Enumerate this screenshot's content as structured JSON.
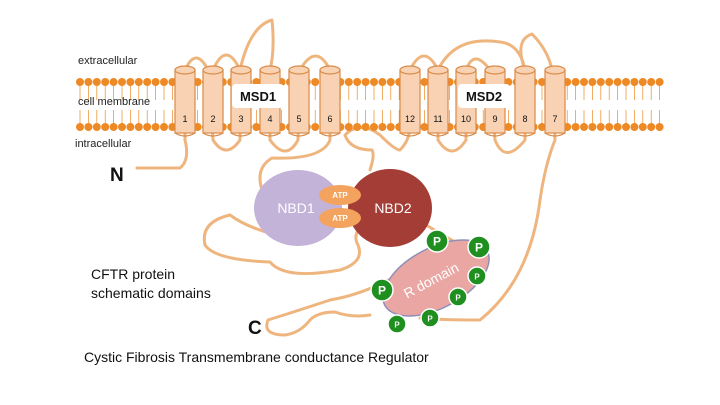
{
  "labels": {
    "extracellular": "extracellular",
    "membrane": "cell membrane",
    "intracellular": "intracellular",
    "n_terminus": "N",
    "c_terminus": "C",
    "description_line1": "CFTR protein",
    "description_line2": "schematic domains",
    "caption": "Cystic Fibrosis Transmembrane conductance Regulator"
  },
  "domains": {
    "msd1": "MSD1",
    "msd2": "MSD2",
    "nbd1": "NBD1",
    "nbd2": "NBD2",
    "atp": "ATP",
    "r_domain": "R domain",
    "phospho": "P"
  },
  "helices": {
    "msd1": [
      "1",
      "2",
      "3",
      "4",
      "5",
      "6"
    ],
    "msd2": [
      "12",
      "11",
      "10",
      "9",
      "8",
      "7"
    ]
  },
  "colors": {
    "membrane": "#ee8a25",
    "helix_fill": "#f8d2b3",
    "helix_stroke": "#d98a48",
    "chain": "#efb57e",
    "nbd1": "#c3b3d8",
    "nbd2": "#a33d36",
    "atp": "#f3a35d",
    "r_domain": "#e9a6a3",
    "r_domain_stroke": "#8f8fb8",
    "phospho": "#1f8f1f"
  }
}
